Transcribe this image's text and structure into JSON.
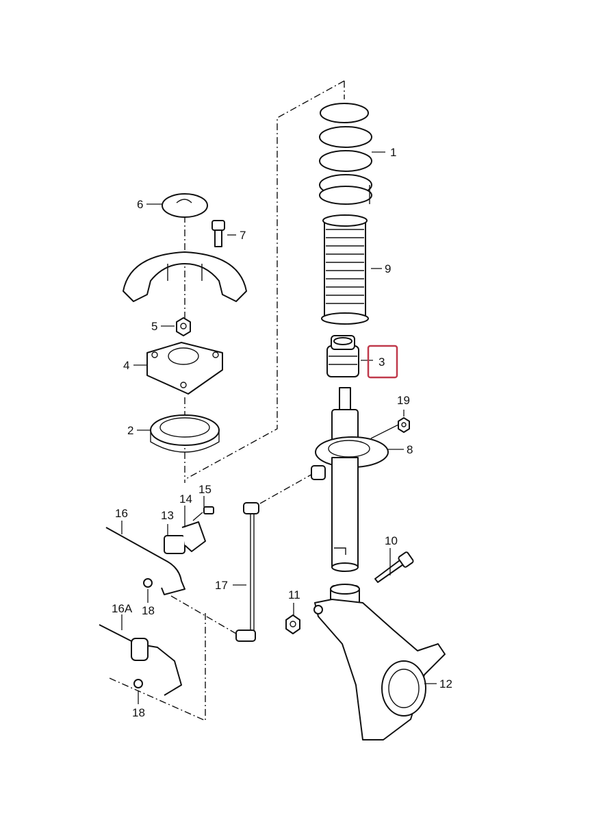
{
  "callouts": {
    "p1": "1",
    "p2": "2",
    "p3": "3",
    "p4": "4",
    "p5": "5",
    "p6": "6",
    "p7": "7",
    "p8": "8",
    "p9": "9",
    "p10": "10",
    "p11": "11",
    "p12": "12",
    "p13": "13",
    "p14": "14",
    "p15": "15",
    "p16": "16",
    "p16a": "16A",
    "p17": "17",
    "p18a": "18",
    "p18b": "18",
    "p19": "19"
  },
  "highlight": {
    "part": "3",
    "color": "#c0394b"
  }
}
